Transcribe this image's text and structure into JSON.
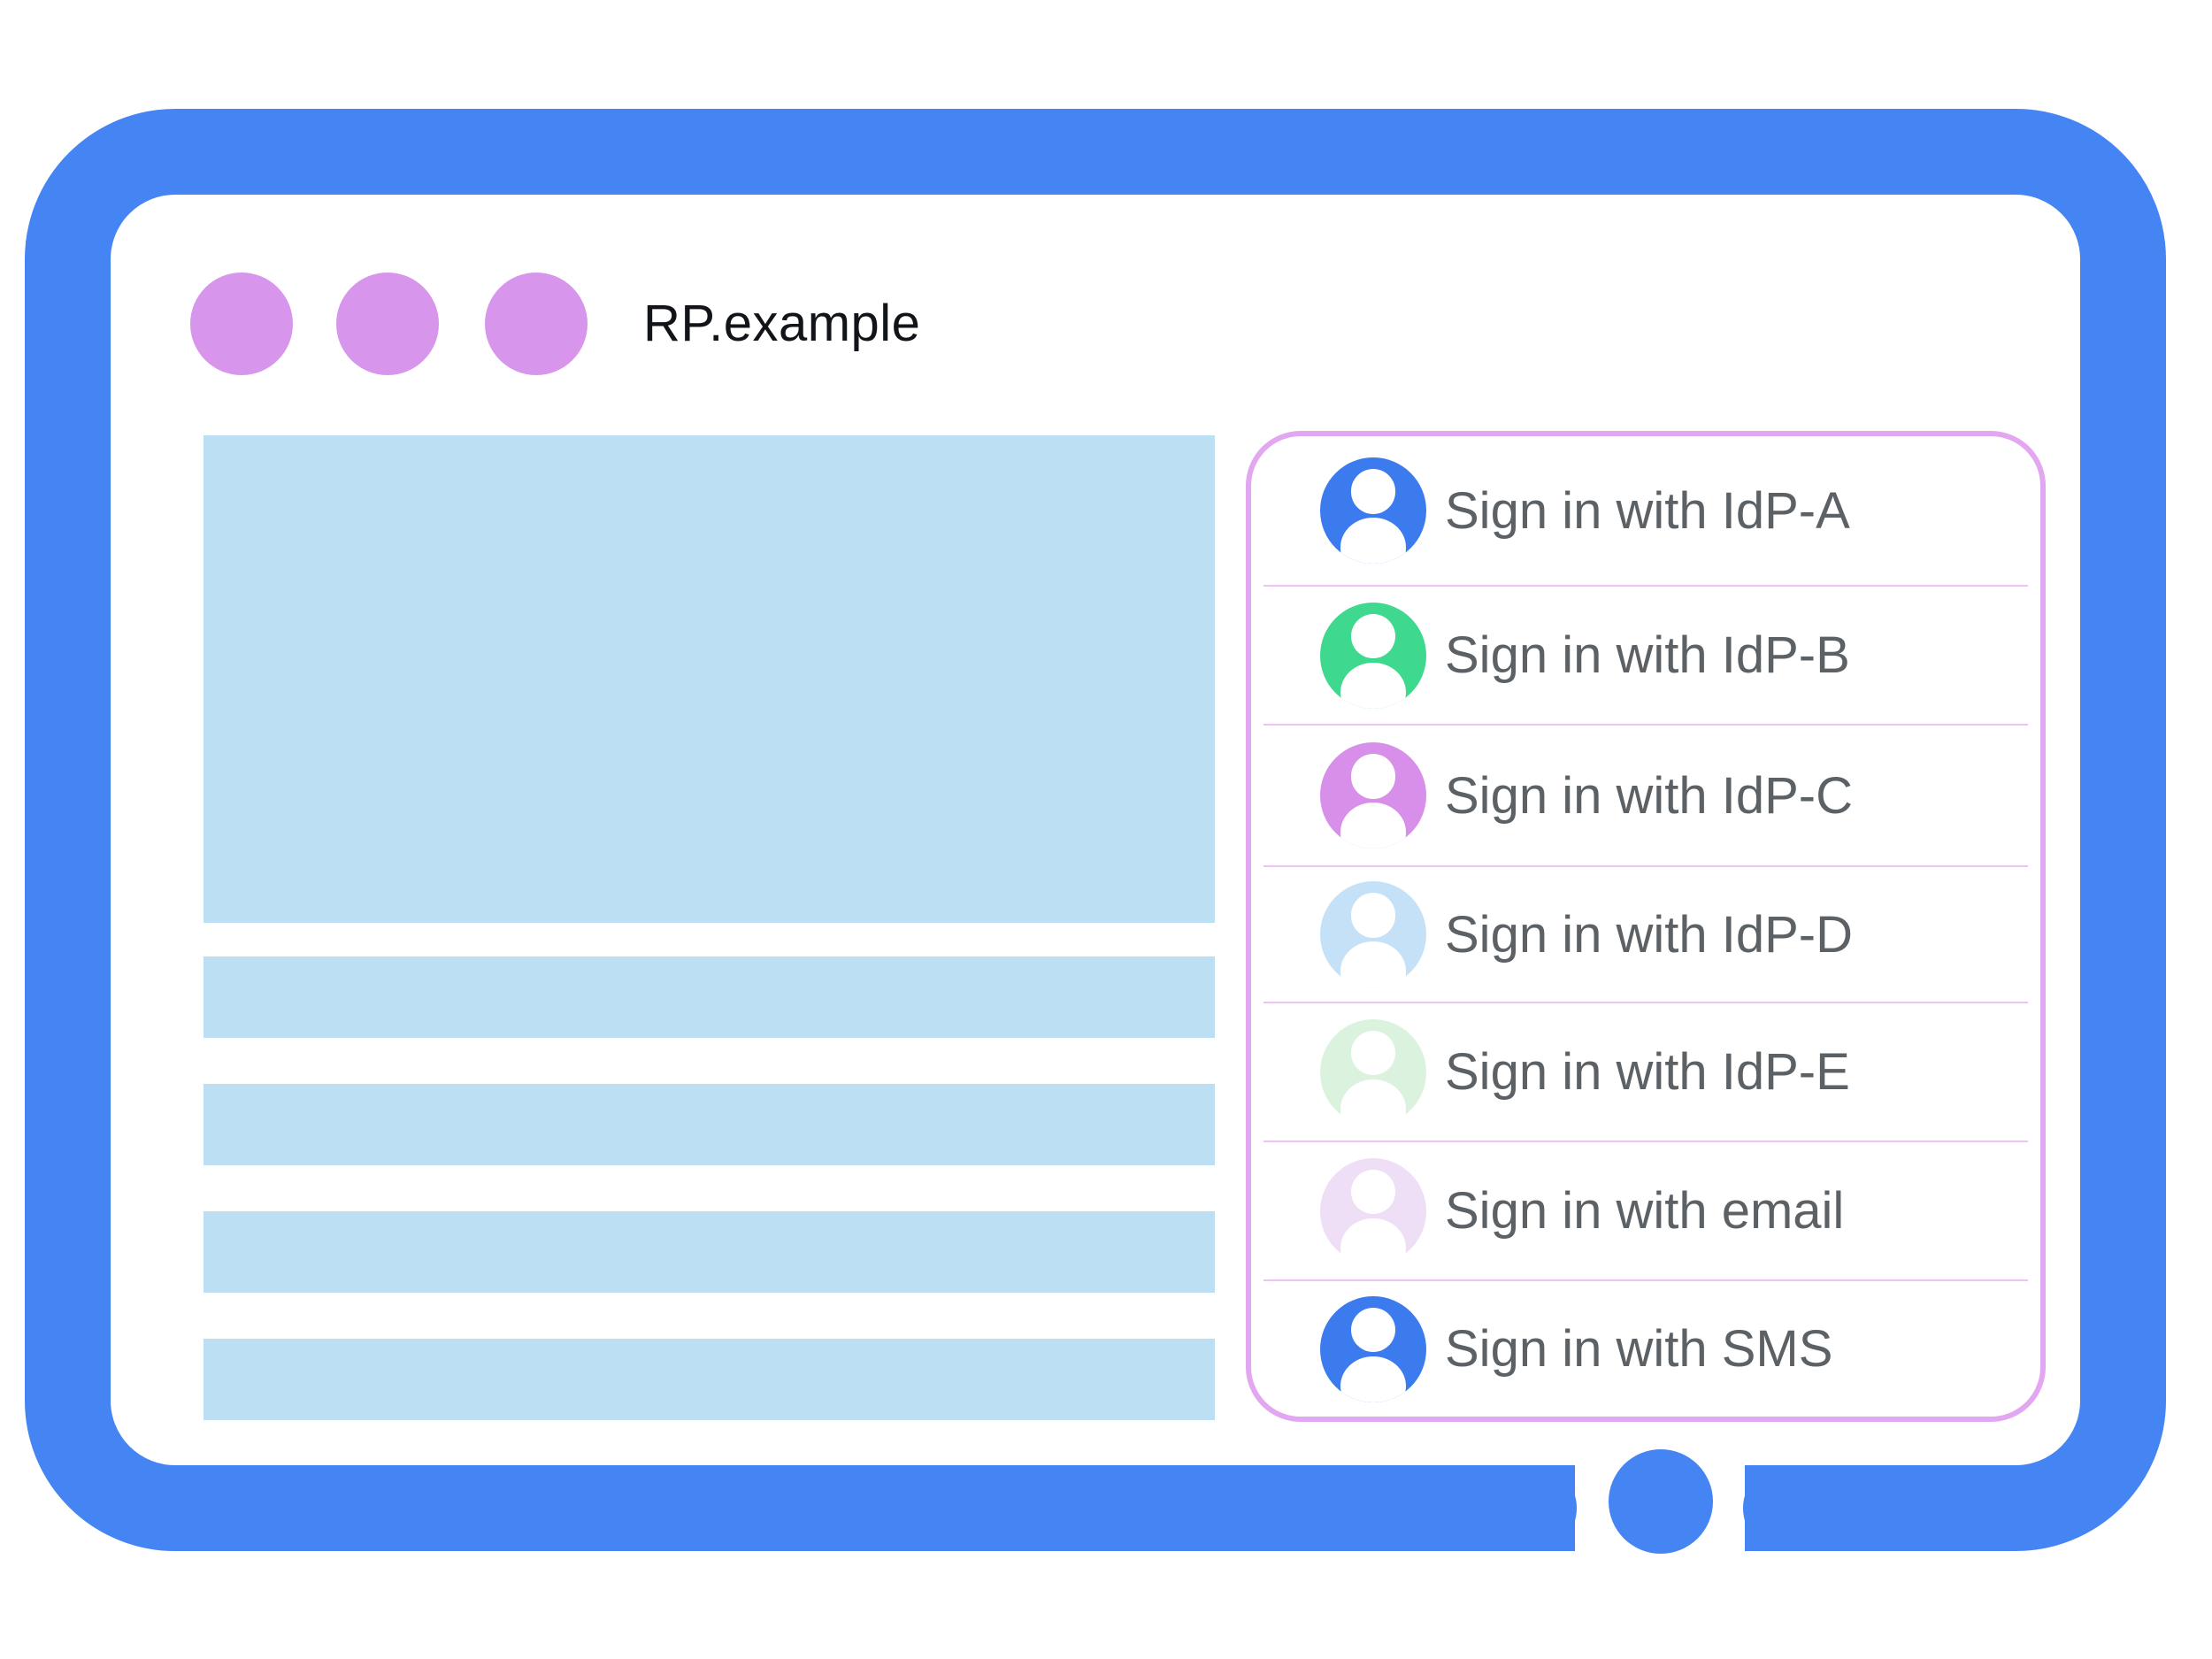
{
  "window": {
    "title": "RP.example",
    "window_controls": {
      "count": 3,
      "color": "#D795EC"
    }
  },
  "theme": {
    "frame_color": "#4484F3",
    "content_placeholder_color": "#BDDFF4",
    "panel_border_color": "#E3A6F0",
    "panel_divider_color": "#EFC2F6",
    "label_color": "#5C6166",
    "title_color": "#111418"
  },
  "signin_panel": {
    "items": [
      {
        "label": "Sign in with IdP-A",
        "avatar_color": "#3B7BED"
      },
      {
        "label": "Sign in with IdP-B",
        "avatar_color": "#3ED98E"
      },
      {
        "label": "Sign in with IdP-C",
        "avatar_color": "#D88FE9"
      },
      {
        "label": "Sign in with IdP-D",
        "avatar_color": "#C5E1F7"
      },
      {
        "label": "Sign in with IdP-E",
        "avatar_color": "#DBF3DE"
      },
      {
        "label": "Sign in with email",
        "avatar_color": "#EEDFF6"
      },
      {
        "label": "Sign in with SMS",
        "avatar_color": "#3B7BED"
      }
    ]
  }
}
